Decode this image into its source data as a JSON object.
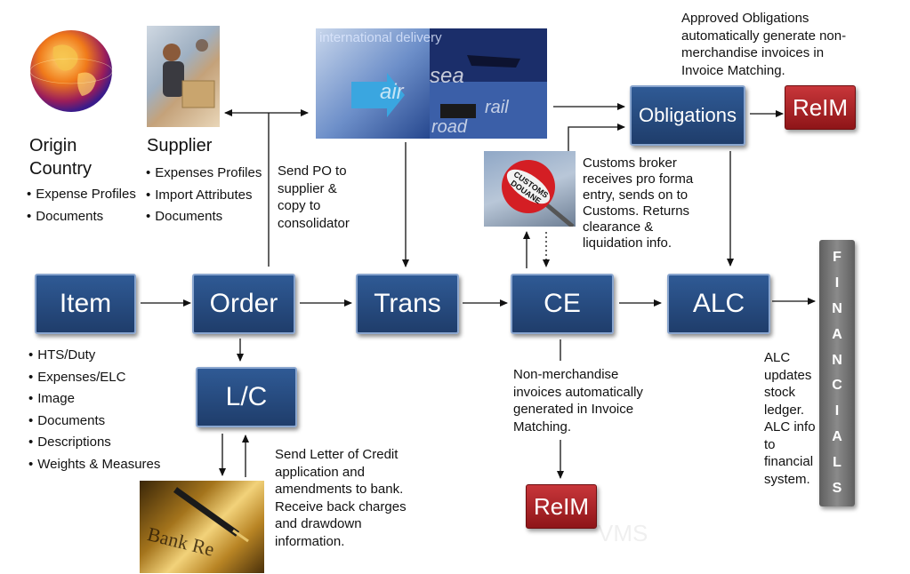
{
  "origin": {
    "title": "Origin Country",
    "items": [
      "Expense Profiles",
      "Documents"
    ]
  },
  "supplier": {
    "title": "Supplier",
    "items": [
      "Expenses Profiles",
      "Import Attributes",
      "Documents"
    ]
  },
  "transport_image": {
    "labels": [
      "international delivery",
      "sea",
      "air",
      "rail",
      "road"
    ]
  },
  "customs_sign": {
    "label": "CUSTOMS DOUANE"
  },
  "bank_image": {
    "label": "Bank Re"
  },
  "obligations_note": "Approved Obligations automatically generate non-merchandise invoices in Invoice Matching.",
  "send_po_note": "Send PO to supplier & copy to consolidator",
  "customs_note": "Customs broker receives pro forma entry, sends on to Customs. Returns clearance & liquidation info.",
  "boxes": {
    "item": "Item",
    "order": "Order",
    "trans": "Trans",
    "ce": "CE",
    "alc": "ALC",
    "lc": "L/C",
    "obligations": "Obligations",
    "reim_top": "ReIM",
    "reim_bottom": "ReIM"
  },
  "financials_letters": [
    "F",
    "I",
    "N",
    "A",
    "N",
    "C",
    "I",
    "A",
    "L",
    "S"
  ],
  "item_attributes": [
    "HTS/Duty",
    "Expenses/ELC",
    "Image",
    "Documents",
    "Descriptions",
    "Weights & Measures"
  ],
  "lc_note": "Send Letter of Credit application and amendments to bank. Receive back charges and drawdown information.",
  "ce_note": "Non-merchandise invoices automatically generated in Invoice Matching.",
  "alc_note": "ALC updates stock ledger. ALC info to financial system.",
  "watermark": "VMS"
}
